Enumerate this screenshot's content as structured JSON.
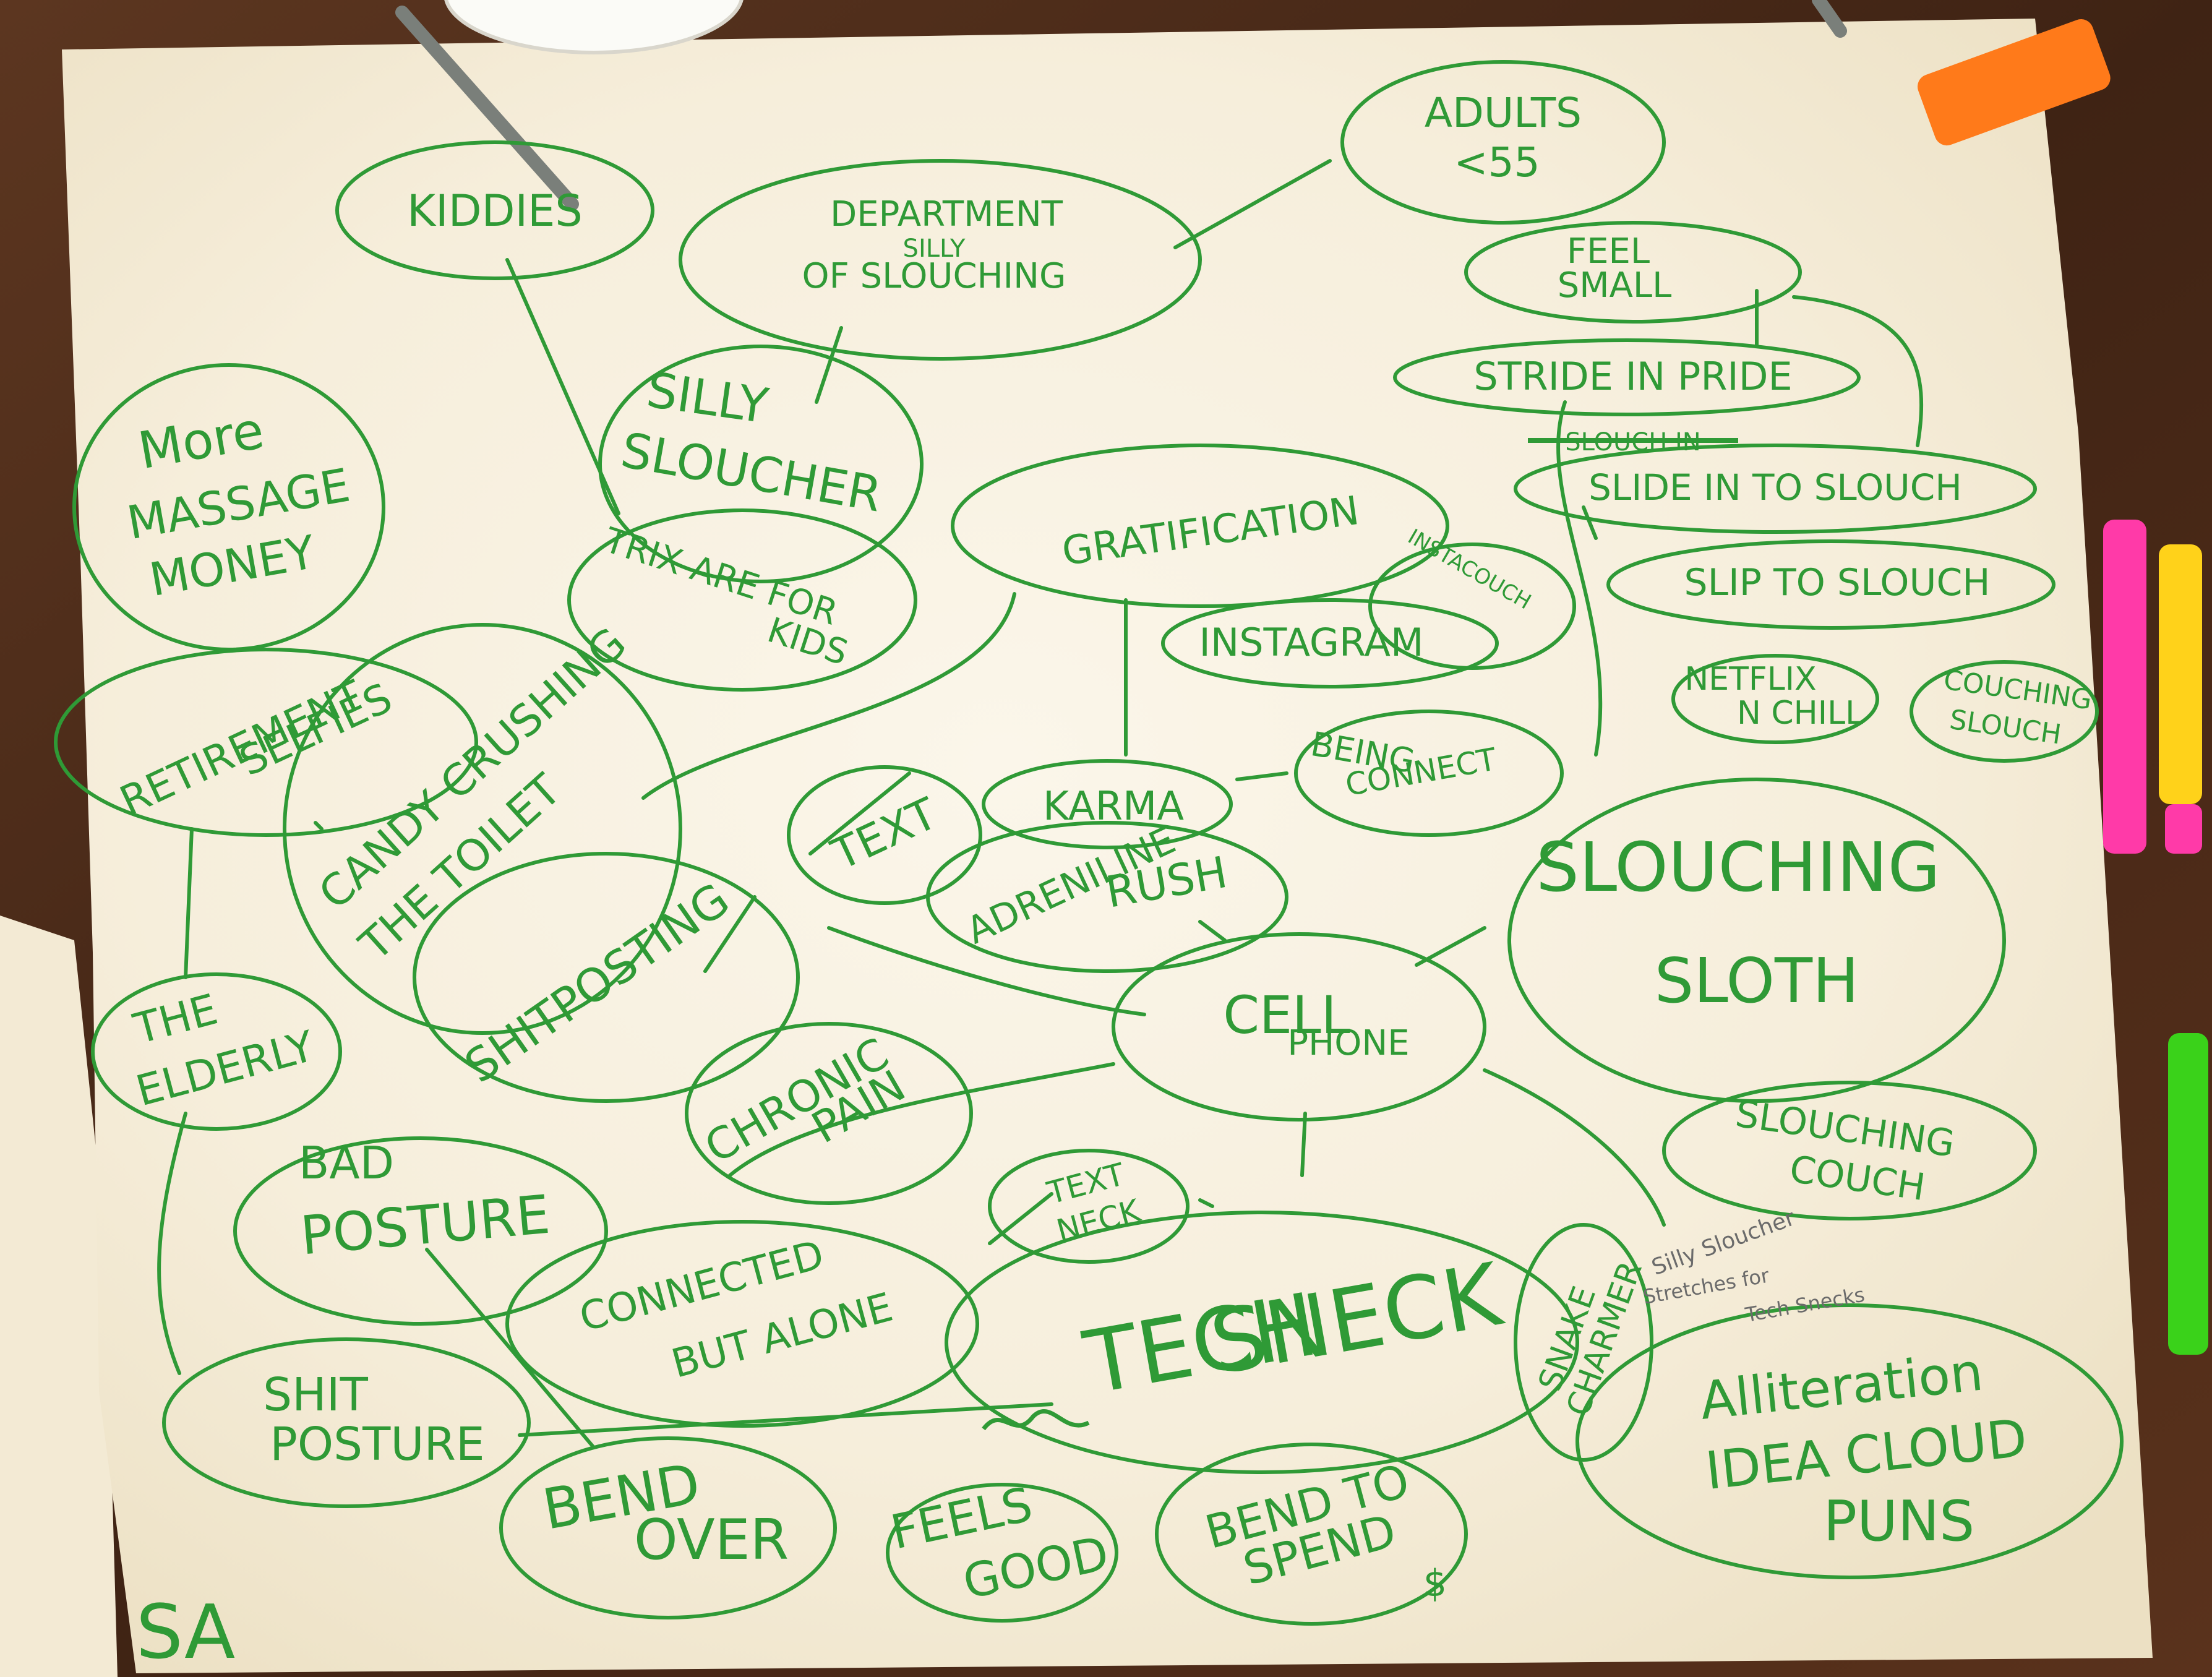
{
  "colors": {
    "table": "#4a2a17",
    "paper": "#f6eedb",
    "ink": "#2f9a36",
    "highlighter_orange": "#ff7a1a",
    "highlighter_pink": "#ff3aa8",
    "highlighter_yellow": "#ffd21a",
    "highlighter_green": "#3ad21a"
  },
  "notes": {
    "kiddies": "KIDDIES",
    "department": [
      "DEPARTMENT",
      "SILLY",
      "OF SLOUCHING"
    ],
    "adults": [
      "ADULTS",
      "<55"
    ],
    "feel_small": [
      "FEEL",
      "SMALL"
    ],
    "stride_in_pride": "STRIDE IN PRIDE",
    "slouch_in_struck": "SLOUCH IN",
    "slide_in_to_slouch": "SLIDE IN TO SLOUCH",
    "slip_to_slouch": "SLIP TO SLOUCH",
    "silly_sloucher": [
      "SILLY",
      "SLOUCHER"
    ],
    "more_massage_money": [
      "More",
      "MASSAGE",
      "MONEY"
    ],
    "trix_are_for_kids": [
      "TRIX ARE FOR",
      "KIDS"
    ],
    "gratification": "GRATIFICATION",
    "instacouch": "INSTACOUCH",
    "instagram": "INSTAGRAM",
    "netflix_n_chill": [
      "NETFLIX",
      "N CHILL"
    ],
    "couching_slouch": [
      "COUCHING",
      "SLOUCH"
    ],
    "retirement_selfies": [
      "RETIREMENT",
      "SELFIES"
    ],
    "candy_crushing": [
      "CANDY CRUSHING",
      "THE TOILET"
    ],
    "text": "TEXT",
    "karma": "KARMA",
    "being_connect": [
      "BEING",
      "CONNECT"
    ],
    "adrenaline_rush": [
      "ADRENILINE",
      "RUSH"
    ],
    "slouching_sloth": [
      "SLOUCHING",
      "SLOTH"
    ],
    "shitposting": "SHITPOSTING",
    "the_elderly": [
      "THE",
      "ELDERLY"
    ],
    "cell_phone": [
      "CELL",
      "PHONE"
    ],
    "chronic_pain": [
      "CHRONIC",
      "PAIN"
    ],
    "slouching_couch": [
      "SLOUCHING",
      "COUCH"
    ],
    "bad_posture": [
      "BAD",
      "POSTURE"
    ],
    "text_neck": [
      "TEXT",
      "NECK"
    ],
    "connected_but_alone": [
      "CONNECTED",
      "BUT ALONE"
    ],
    "tech_sneck": [
      "TECH",
      "SNECK"
    ],
    "snake_charmer": [
      "SNAKE",
      "CHARMER"
    ],
    "pencil_note": [
      "Silly Sloucher",
      "Stretches for",
      "Tech Snecks"
    ],
    "alliteration": [
      "Alliteration",
      "IDEA CLOUD",
      "PUNS"
    ],
    "shit_posture": [
      "SHIT",
      "POSTURE"
    ],
    "bend_over": [
      "BEND",
      "OVER"
    ],
    "feels_good": [
      "FEELS",
      "GOOD"
    ],
    "bend_to_spend": [
      "BEND TO",
      "SPEND",
      "$"
    ],
    "corner_initials": "SA"
  }
}
